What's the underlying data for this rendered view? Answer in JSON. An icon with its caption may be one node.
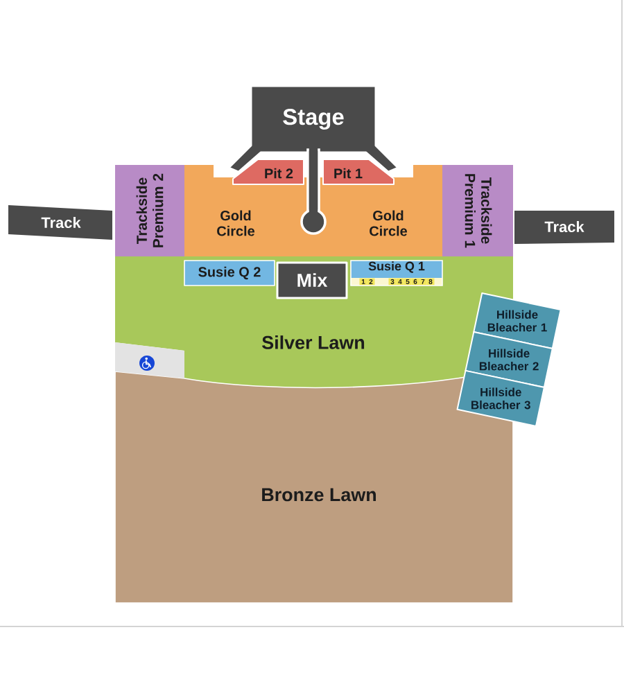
{
  "diagram": {
    "nodes": [
      {
        "text": [
          "Stage"
        ]
      },
      {
        "text": [
          "Pit 2"
        ]
      },
      {
        "text": [
          "Pit 1"
        ]
      },
      {
        "text": [
          "Track"
        ]
      },
      {
        "text": [
          "Trackside Premium 2"
        ]
      },
      {
        "text": [
          "Gold Circle"
        ]
      },
      {
        "text": [
          "Gold Circle"
        ]
      },
      {
        "text": [
          "Trackside Premium 1"
        ]
      },
      {
        "text": [
          "Track"
        ]
      },
      {
        "text": [
          "Silver Lawn"
        ]
      },
      {
        "text": [
          "Susie Q 2"
        ],
        "in": 9
      },
      {
        "text": [
          "Mix"
        ],
        "in": 9
      },
      {
        "text": [
          "Susie Q 1"
        ],
        "in": 9
      },
      {
        "text": [
          "1"
        ],
        "in": 12
      },
      {
        "text": [
          "2"
        ],
        "in": 12
      },
      {
        "text": [
          "3"
        ],
        "in": 12
      },
      {
        "text": [
          "4"
        ],
        "in": 12
      },
      {
        "text": [
          "5"
        ],
        "in": 12
      },
      {
        "text": [
          "6"
        ],
        "in": 12
      },
      {
        "text": [
          "7"
        ],
        "in": 12
      },
      {
        "text": [
          "8"
        ],
        "in": 12
      },
      {
        "text": [
          "Hillside Bleacher 1"
        ]
      },
      {
        "text": [
          "Hillside Bleacher 2"
        ]
      },
      {
        "text": [
          "Hillside Bleacher 3"
        ]
      },
      {
        "text": [],
        "shape": "box",
        "in": 9
      },
      {
        "text": [
          "Bronze Lawn"
        ]
      }
    ]
  }
}
